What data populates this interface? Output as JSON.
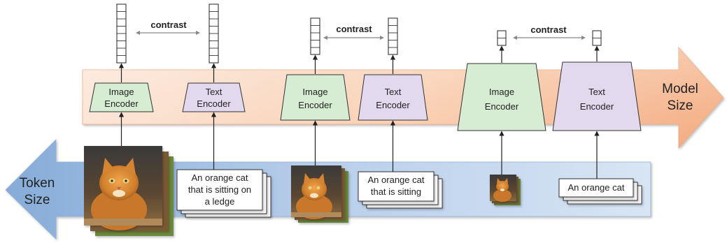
{
  "model_axis": {
    "line1": "Model",
    "line2": "Size"
  },
  "token_axis": {
    "line1": "Token",
    "line2": "Size"
  },
  "contrast_label": "contrast",
  "panels": [
    {
      "image_encoder": {
        "line1": "Image",
        "line2": "Encoder"
      },
      "text_encoder": {
        "line1": "Text",
        "line2": "Encoder"
      },
      "caption": [
        "An orange cat",
        "that is sitting on",
        "a ledge"
      ]
    },
    {
      "image_encoder": {
        "line1": "Image",
        "line2": "Encoder"
      },
      "text_encoder": {
        "line1": "Text",
        "line2": "Encoder"
      },
      "caption": [
        "An orange cat",
        "that is sitting"
      ]
    },
    {
      "image_encoder": {
        "line1": "Image",
        "line2": "Encoder"
      },
      "text_encoder": {
        "line1": "Text",
        "line2": "Encoder"
      },
      "caption": [
        "An orange cat"
      ]
    }
  ],
  "colors": {
    "image_encoder_fill": "#d6ecd2",
    "text_encoder_fill": "#e2d8ee",
    "model_band_start": "#f2b08a",
    "model_band_end": "#fbe6d8",
    "token_band_start": "#7fa8d6",
    "token_band_end": "#d6e4f3",
    "cat_orange": "#d98838"
  }
}
